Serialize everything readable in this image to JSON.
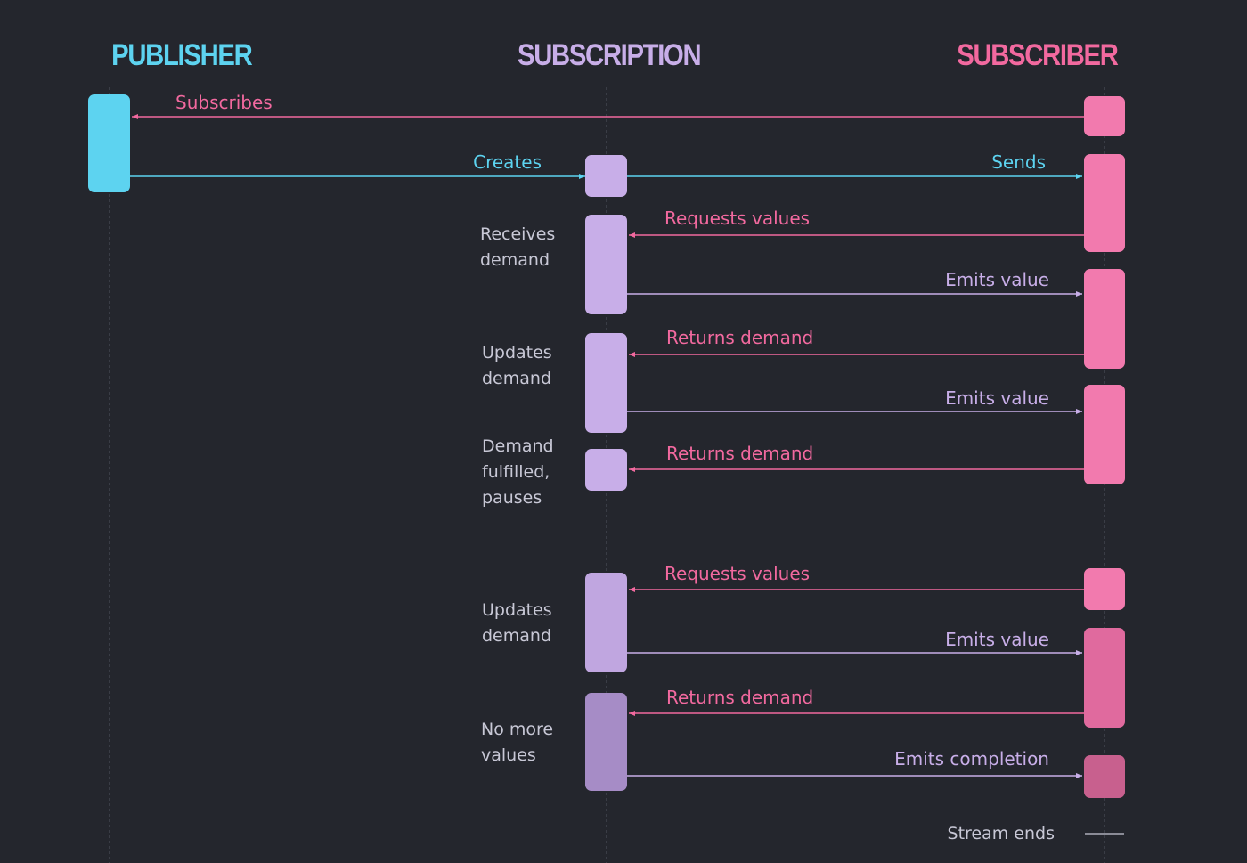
{
  "lanes": {
    "publisher": {
      "title": "PUBLISHER",
      "color": "#5dd3f0"
    },
    "subscription": {
      "title": "SUBSCRIPTION",
      "color": "#c8aee8"
    },
    "subscriber": {
      "title": "SUBSCRIBER",
      "color": "#f2699f"
    }
  },
  "colors": {
    "background": "#24262d",
    "lifeline": "#4a4d57",
    "note_text": "#c8c8d6",
    "message_pink": "#f2699f",
    "message_cyan": "#5dd3f0",
    "message_lavender": "#c8aee8"
  },
  "messages": [
    {
      "label": "Subscribes",
      "from": "subscriber",
      "to": "publisher",
      "color": "#f2699f"
    },
    {
      "label": "Creates",
      "from": "publisher",
      "to": "subscription",
      "color": "#5dd3f0"
    },
    {
      "label": "Sends",
      "from": "subscription",
      "to": "subscriber",
      "color": "#5dd3f0"
    },
    {
      "label": "Requests values",
      "from": "subscriber",
      "to": "subscription",
      "color": "#f2699f"
    },
    {
      "label": "Emits value",
      "from": "subscription",
      "to": "subscriber",
      "color": "#c8aee8"
    },
    {
      "label": "Returns demand",
      "from": "subscriber",
      "to": "subscription",
      "color": "#f2699f"
    },
    {
      "label": "Emits value",
      "from": "subscription",
      "to": "subscriber",
      "color": "#c8aee8"
    },
    {
      "label": "Returns demand",
      "from": "subscriber",
      "to": "subscription",
      "color": "#f2699f"
    },
    {
      "label": "Requests values",
      "from": "subscriber",
      "to": "subscription",
      "color": "#f2699f"
    },
    {
      "label": "Emits value",
      "from": "subscription",
      "to": "subscriber",
      "color": "#c8aee8"
    },
    {
      "label": "Returns demand",
      "from": "subscriber",
      "to": "subscription",
      "color": "#f2699f"
    },
    {
      "label": "Emits completion",
      "from": "subscription",
      "to": "subscriber",
      "color": "#c8aee8"
    }
  ],
  "notes": [
    {
      "lines": [
        "Receives",
        "demand"
      ]
    },
    {
      "lines": [
        "Updates",
        "demand"
      ]
    },
    {
      "lines": [
        "Demand",
        "fulfilled,",
        "pauses"
      ]
    },
    {
      "lines": [
        "Updates",
        "demand"
      ]
    },
    {
      "lines": [
        "No more",
        "values"
      ]
    }
  ],
  "footer": {
    "label": "Stream ends"
  }
}
